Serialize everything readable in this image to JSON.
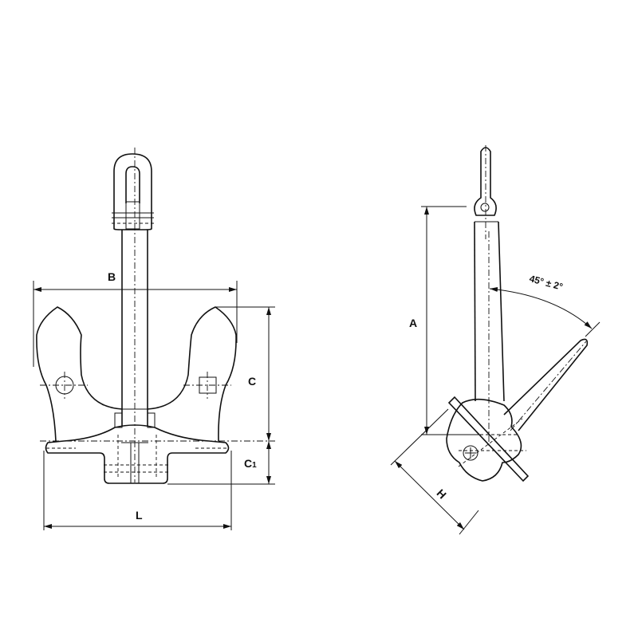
{
  "front_view": {
    "dim_B": "B",
    "dim_C": "C",
    "dim_C1_main": "C",
    "dim_C1_sub": "1",
    "dim_L": "L"
  },
  "side_view": {
    "dim_A": "A",
    "dim_H": "H",
    "angle_label": "45° ± 2°"
  }
}
